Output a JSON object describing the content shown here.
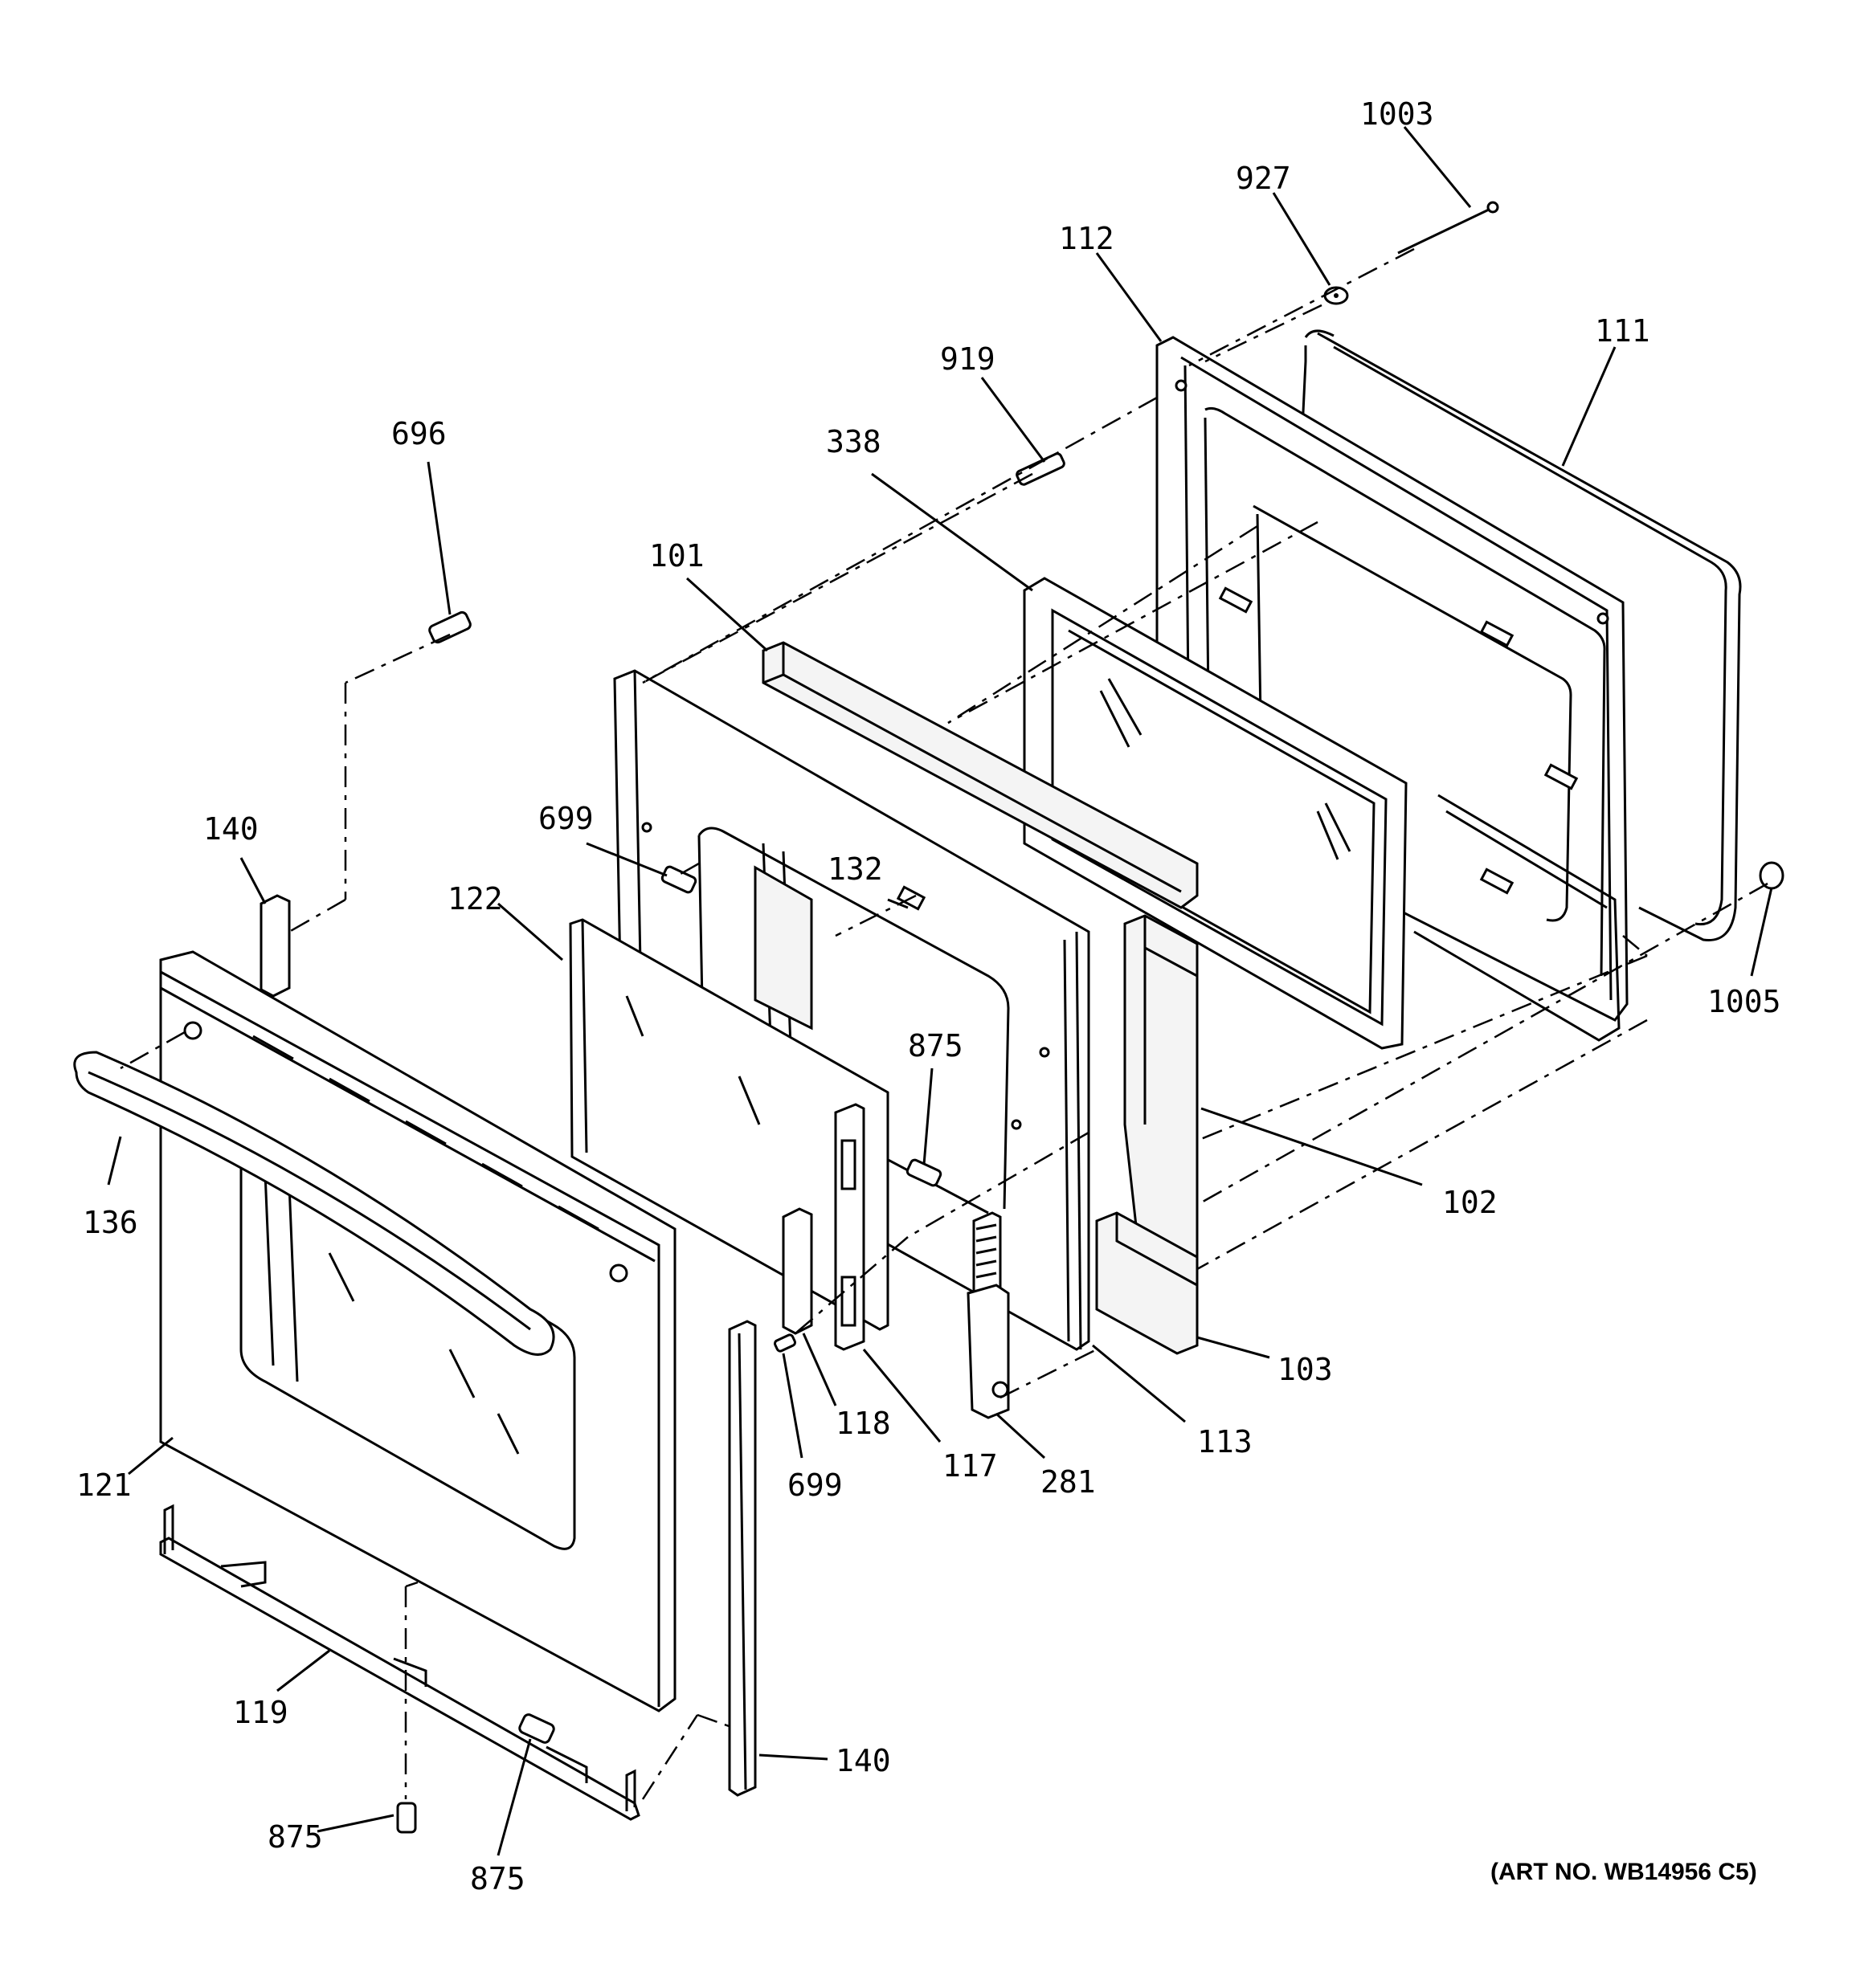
{
  "labels": {
    "p1003": "1003",
    "p927": "927",
    "p112": "112",
    "p111": "111",
    "p919": "919",
    "p338": "338",
    "p696": "696",
    "p101": "101",
    "p699a": "699",
    "p132": "132",
    "p140a": "140",
    "p122": "122",
    "p875a": "875",
    "p1005": "1005",
    "p136": "136",
    "p102": "102",
    "p103": "103",
    "p118": "118",
    "p113": "113",
    "p117": "117",
    "p281": "281",
    "p699b": "699",
    "p121": "121",
    "p119": "119",
    "p140b": "140",
    "p875b": "875",
    "p875c": "875"
  },
  "art_no": "(ART NO. WB14956 C5)"
}
